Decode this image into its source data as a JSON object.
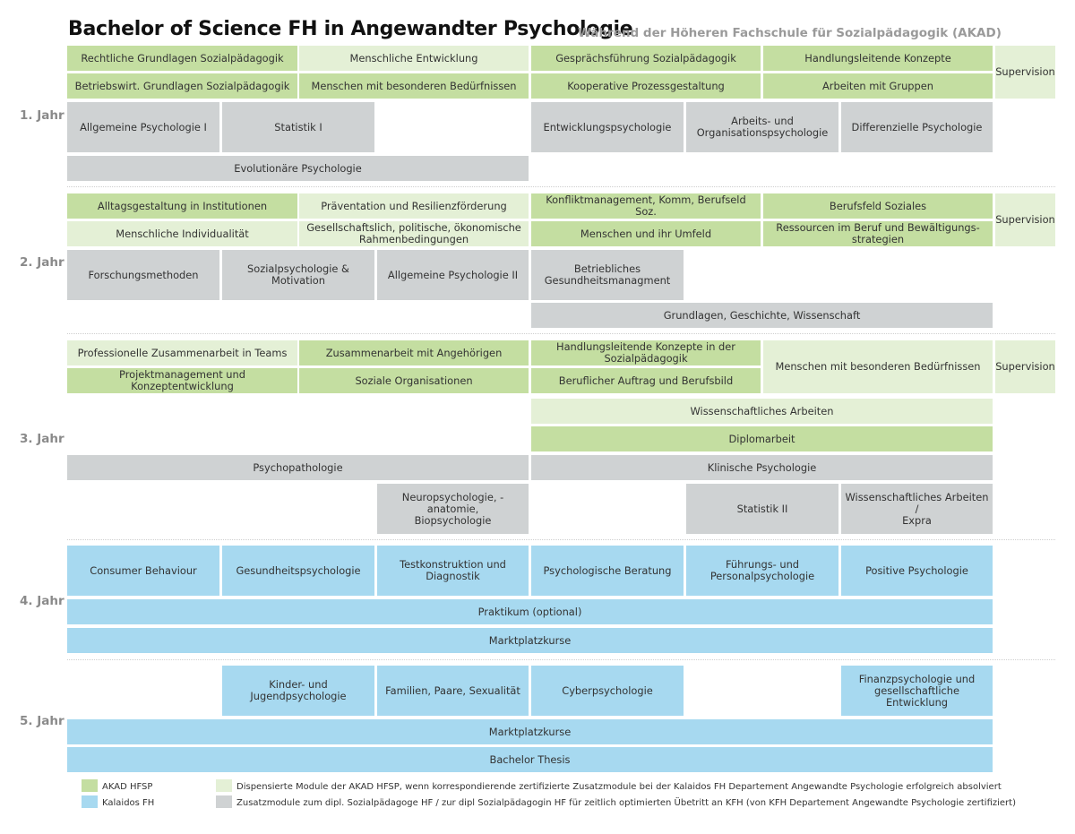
{
  "title": "Bachelor of Science FH in Angewandter Psychologie",
  "subtitle": "Während der Höheren Fachschule für Sozialpädagogik (AKAD)",
  "years": {
    "y1": "1. Jahr",
    "y2": "2. Jahr",
    "y3": "3. Jahr",
    "y4": "4. Jahr",
    "y5": "5. Jahr"
  },
  "modules": {
    "y1": {
      "rechtliche": "Rechtliche Grundlagen Sozialpädagogik",
      "menschliche_entwicklung": "Menschliche Entwicklung",
      "gespraechsfuehrung": "Gesprächsführung Sozialpädagogik",
      "handlungsleitende": "Handlungsleitende Konzepte",
      "supervision": "Supervision",
      "betriebswirt": "Betriebswirt. Grundlagen Sozialpädagogik",
      "beduerfnissen": "Menschen mit besonderen Bedürfnissen",
      "kooperative": "Kooperative Prozessgestaltung",
      "gruppen": "Arbeiten mit Gruppen",
      "allg_psych_1": "Allgemeine Psychologie I",
      "statistik_1": "Statistik I",
      "entwicklungspsych": "Entwicklungspsychologie",
      "arbeits_1": "Arbeits- und",
      "arbeits_2": "Organisationspsychologie",
      "differenzielle": "Differenzielle Psychologie",
      "evolutionaere": "Evolutionäre Psychologie"
    },
    "y2": {
      "alltagsgestaltung": "Alltagsgestaltung in Institutionen",
      "praevention": "Präventation und Resilienzförderung",
      "konfliktmanagement": "Konfliktmanagement, Komm, Berufseld Soz.",
      "berufsfeld": "Berufsfeld Soziales",
      "supervision": "Supervision",
      "individualitaet": "Menschliche Individualität",
      "gesellschaftlich_1": "Gesellschaftslich, politische, ökonomische",
      "gesellschaftlich_2": "Rahmenbedingungen",
      "umfeld": "Menschen und ihr Umfeld",
      "ressourcen_1": "Ressourcen im Beruf und Bewältigungs-",
      "ressourcen_2": "strategien",
      "forschungsmethoden": "Forschungsmethoden",
      "sozialpsych": "Sozialpsychologie & Motivation",
      "allg_psych_2": "Allgemeine Psychologie II",
      "betriebliches_1": "Betriebliches",
      "betriebliches_2": "Gesundheitsmanagment",
      "grundlagen": "Grundlagen, Geschichte, Wissenschaft"
    },
    "y3": {
      "professionelle": "Professionelle Zusammenarbeit in Teams",
      "angehoerigen": "Zusammenarbeit mit Angehörigen",
      "handlungsleitende_1": "Handlungsleitende Konzepte in der",
      "handlungsleitende_2": "Sozialpädagogik",
      "beduerfnissen": "Menschen mit besonderen Bedürfnissen",
      "supervision": "Supervision",
      "projektmanagement": "Projektmanagement und Konzeptentwicklung",
      "soziale_org": "Soziale Organisationen",
      "beruflicher_auftrag": "Beruflicher Auftrag und Berufsbild",
      "wiss_arbeiten": "Wissenschaftliches Arbeiten",
      "diplomarbeit": "Diplomarbeit",
      "psychopathologie": "Psychopathologie",
      "klinische": "Klinische Psychologie",
      "neuro_1": "Neuropsychologie, -anatomie,",
      "neuro_2": "Biopsychologie",
      "statistik_2": "Statistik II",
      "wiss_expra_1": "Wissenschaftliches Arbeiten /",
      "wiss_expra_2": "Expra"
    },
    "y4": {
      "consumer": "Consumer Behaviour",
      "gesundheit": "Gesundheitspsychologie",
      "testkonstruktion_1": "Testkonstruktion und",
      "testkonstruktion_2": "Diagnostik",
      "beratung": "Psychologische Beratung",
      "fuehrung_1": "Führungs- und",
      "fuehrung_2": "Personalpsychologie",
      "positive": "Positive Psychologie",
      "praktikum": "Praktikum (optional)",
      "marktplatz": "Marktplatzkurse"
    },
    "y5": {
      "kinder_1": "Kinder- und",
      "kinder_2": "Jugendpsychologie",
      "familien": "Familien, Paare, Sexualität",
      "cyber": "Cyberpsychologie",
      "finanz_1": "Finanzpsychologie und",
      "finanz_2": "gesellschaftliche Entwicklung",
      "marktplatz": "Marktplatzkurse",
      "thesis": "Bachelor Thesis"
    }
  },
  "legend": {
    "akad": "AKAD HFSP",
    "kalaidos": "Kalaidos FH",
    "dispensiert": "Dispensierte Module der AKAD HFSP, wenn korrespondierende zertifizierte Zusatzmodule bei der Kalaidos FH Departement Angewandte Psychologie erfolgreich absolviert",
    "zusatz": "Zusatzmodule zum dipl. Sozialpädagoge HF / zur dipl Sozialpädagogin HF für zeitlich optimierten Übetritt an KFH (von KFH Departement Angewandte Psychologie zertifiziert)"
  },
  "colors": {
    "akad_dark_green": "#c4dea1",
    "dispensiert_light_green": "#e4f0d6",
    "zusatz_gray": "#cfd2d3",
    "kalaidos_blue": "#a7d9f0"
  }
}
